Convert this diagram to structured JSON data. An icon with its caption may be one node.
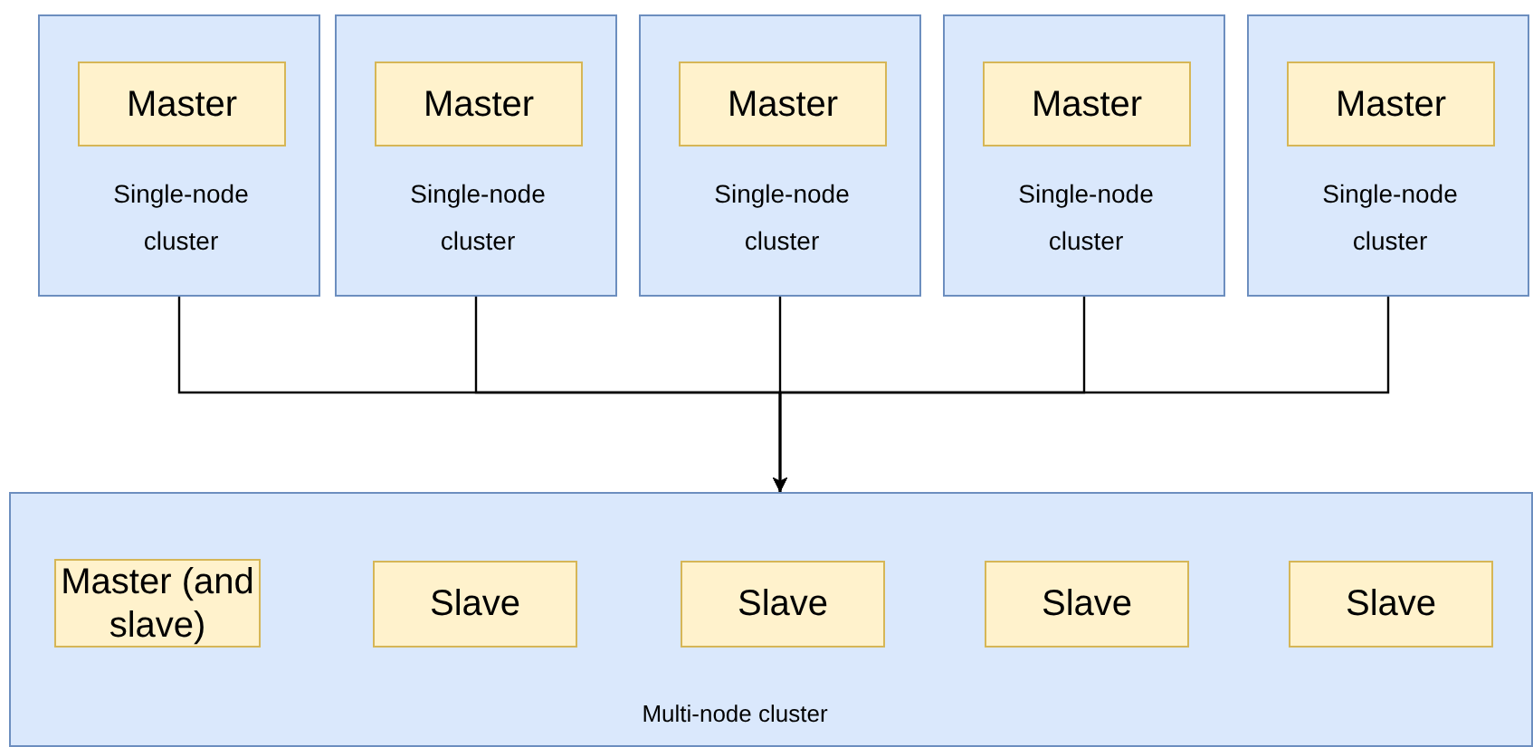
{
  "diagram": {
    "nodes": [
      {
        "text": [
          "Single-node cluster"
        ]
      },
      {
        "text": [
          "Master"
        ],
        "in": 0
      },
      {
        "text": [
          "Single-node cluster"
        ]
      },
      {
        "text": [
          "Master"
        ],
        "in": 2
      },
      {
        "text": [
          "Single-node cluster"
        ]
      },
      {
        "text": [
          "Master"
        ],
        "in": 4
      },
      {
        "text": [
          "Single-node cluster"
        ]
      },
      {
        "text": [
          "Master"
        ],
        "in": 6
      },
      {
        "text": [
          "Single-node cluster"
        ]
      },
      {
        "text": [
          "Master"
        ],
        "in": 8
      },
      {
        "text": [
          "Multi-node cluster"
        ]
      },
      {
        "text": [
          "Master (and slave)"
        ],
        "in": 10
      },
      {
        "text": [
          "Slave"
        ],
        "in": 10
      },
      {
        "text": [
          "Slave"
        ],
        "in": 10
      },
      {
        "text": [
          "Slave"
        ],
        "in": 10
      },
      {
        "text": [
          "Slave"
        ],
        "in": 10
      }
    ],
    "edges": [
      {
        "from": 0,
        "to": 10,
        "arrow": "to"
      },
      {
        "from": 2,
        "to": 10,
        "arrow": "to"
      },
      {
        "from": 4,
        "to": 10,
        "arrow": "to"
      },
      {
        "from": 6,
        "to": 10,
        "arrow": "to"
      },
      {
        "from": 8,
        "to": 10,
        "arrow": "to"
      }
    ]
  }
}
